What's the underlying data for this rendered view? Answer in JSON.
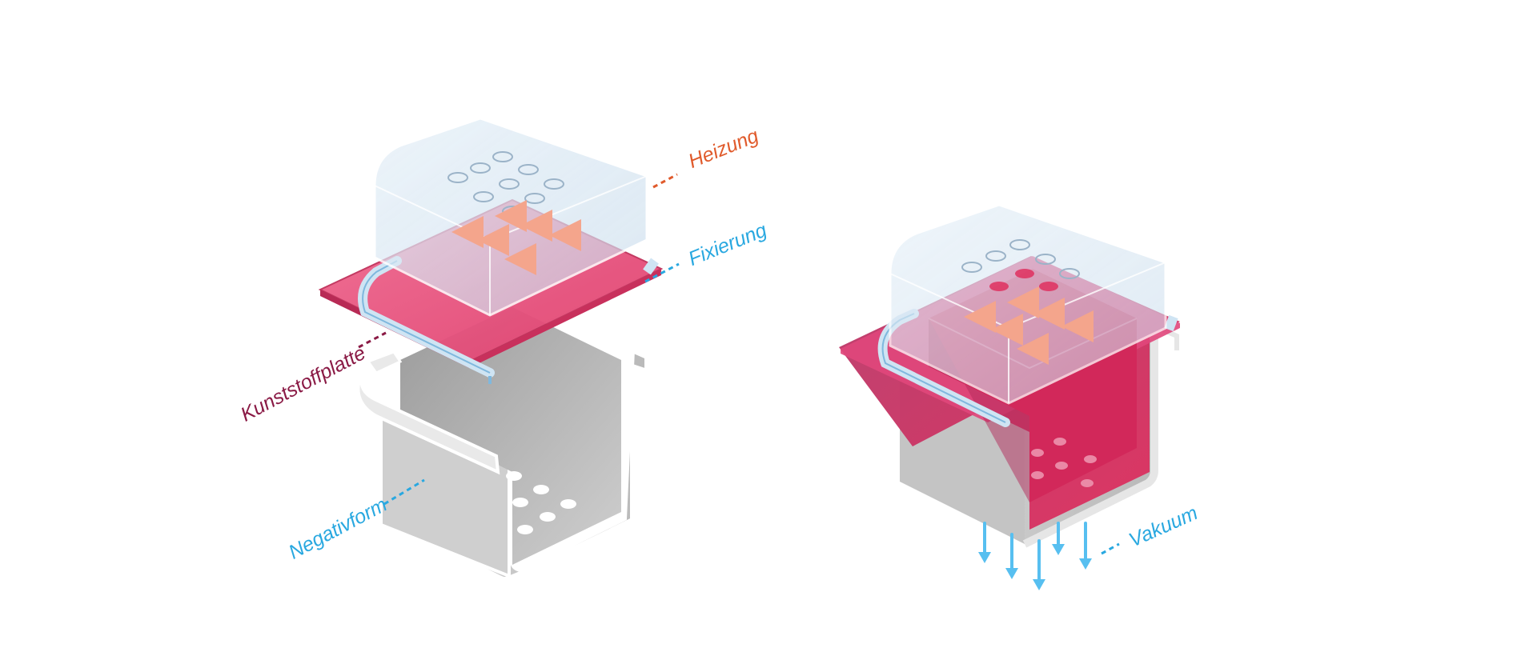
{
  "labels": {
    "heater": "Heizung",
    "clamp": "Fixierung",
    "plastic_sheet": "Kunststoffplatte",
    "negative_mold": "Negativform",
    "vacuum": "Vakuum"
  },
  "colors": {
    "heater": "#e05a2b",
    "clamp": "#29a8e0",
    "plastic_sheet": "#8a1a45",
    "negative_mold": "#29a8e0",
    "vacuum": "#29a8e0",
    "sheet_fill": "#e8557f",
    "mold_fill": "#c9c9c9",
    "glass_fill": "#dbe9f4"
  },
  "icons": {
    "heat_arrows": "heat-arrow-icon",
    "vacuum_arrows": "vacuum-arrow-icon"
  }
}
